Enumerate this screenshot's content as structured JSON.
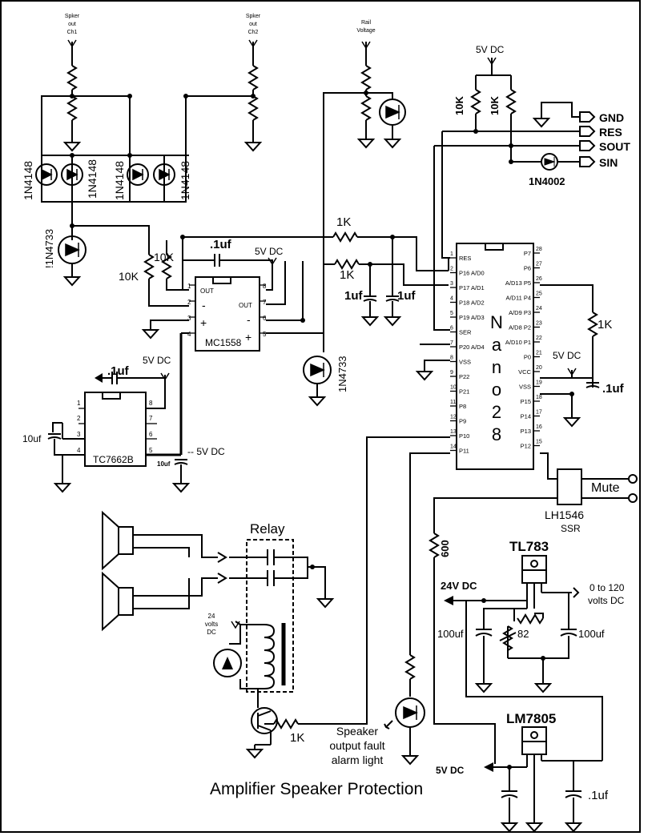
{
  "title": "Amplifier Speaker Protection",
  "inputs": {
    "spk_ch1": [
      "Spker",
      "out",
      "Ch1"
    ],
    "spk_ch2": [
      "Spker",
      "out",
      "Ch2"
    ],
    "rail": [
      "Rail",
      "Voltage"
    ]
  },
  "labels": {
    "d_1n4148": "1N4148",
    "d_1n4733": "!1N4733",
    "d_1n4733_b": "1N4733",
    "d_1n4002": "1N4002",
    "r_10k": "10K",
    "r_1k": "1K",
    "r_600": "600",
    "r_82": "82",
    "c_1uf": ".1uf",
    "c_1uf_big": "1uf",
    "c_10uf": "10uf",
    "c_100uf": "100uf",
    "v_5vdc": "5V DC",
    "v_neg5vdc": "-- 5V DC",
    "v_24vdc": "24V DC",
    "v_24volts": [
      "24",
      "volts",
      "DC"
    ],
    "v_0_120": [
      "0 to 120",
      "volts DC"
    ],
    "relay": "Relay",
    "mute": "Mute",
    "alarm": [
      "Speaker",
      "output fault",
      "alarm  light"
    ]
  },
  "ports": [
    "GND",
    "RES",
    "SOUT",
    "SIN"
  ],
  "mc1558": {
    "name": "MC1558",
    "pins": [
      "1",
      "2",
      "3",
      "4",
      "5",
      "6",
      "7",
      "8"
    ],
    "left": [
      "OUT",
      "-",
      "+"
    ],
    "right": [
      "OUT",
      "-",
      "+"
    ]
  },
  "tc7662": {
    "name": "TC7662B",
    "pins": [
      "1",
      "2",
      "3",
      "4",
      "5",
      "6",
      "7",
      "8"
    ]
  },
  "nano": {
    "name": [
      "N",
      "a",
      "n",
      "o",
      "2",
      "8"
    ],
    "left_pins": [
      "1",
      "2",
      "3",
      "4",
      "5",
      "6",
      "7",
      "8",
      "9",
      "10",
      "11",
      "12",
      "13",
      "14"
    ],
    "left_labels": [
      "RES",
      "P16 A/D0",
      "P17 A/D1",
      "P18 A/D2",
      "P19 A/D3",
      "SER",
      "P20 A/D4",
      "VSS",
      "P22",
      "P21",
      "P8",
      "P9",
      "P10",
      "P11"
    ],
    "right_pins": [
      "28",
      "27",
      "26",
      "25",
      "24",
      "23",
      "22",
      "21",
      "20",
      "19",
      "18",
      "17",
      "16",
      "15"
    ],
    "right_labels": [
      "P7",
      "P6",
      "A/D13 P5",
      "A/D11 P4",
      "A/D9 P3",
      "A/D8 P2",
      "A/D10 P1",
      "P0",
      "VCC",
      "VSS",
      "P15",
      "P14",
      "P13",
      "P12"
    ]
  },
  "ssr": {
    "name": "LH1546",
    "sub": "SSR"
  },
  "tl783": {
    "name": "TL783"
  },
  "lm7805": {
    "name": "LM7805"
  }
}
